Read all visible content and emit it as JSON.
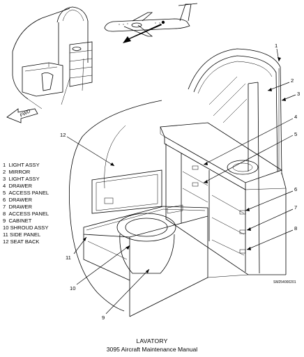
{
  "legend": [
    {
      "num": "1",
      "label": "LIGHT ASSY"
    },
    {
      "num": "2",
      "label": "MIRROR"
    },
    {
      "num": "3",
      "label": "LIGHT ASSY"
    },
    {
      "num": "4",
      "label": "DRAWER"
    },
    {
      "num": "5",
      "label": "ACCESS PANEL"
    },
    {
      "num": "6",
      "label": "DRAWER"
    },
    {
      "num": "7",
      "label": "DRAWER"
    },
    {
      "num": "8",
      "label": "ACCESS PANEL"
    },
    {
      "num": "9",
      "label": "CABINET"
    },
    {
      "num": "10",
      "label": "SHROUD ASSY"
    },
    {
      "num": "11",
      "label": "SIDE PANEL"
    },
    {
      "num": "12",
      "label": "SEAT BACK"
    }
  ],
  "callouts": [
    "1",
    "2",
    "3",
    "4",
    "5",
    "6",
    "7",
    "8",
    "9",
    "10",
    "11",
    "12"
  ],
  "direction_label": "FWD",
  "figure_id": "SM254000201",
  "caption": {
    "title": "LAVATORY",
    "subtitle": "3095 Aircraft Maintenance Manual"
  }
}
